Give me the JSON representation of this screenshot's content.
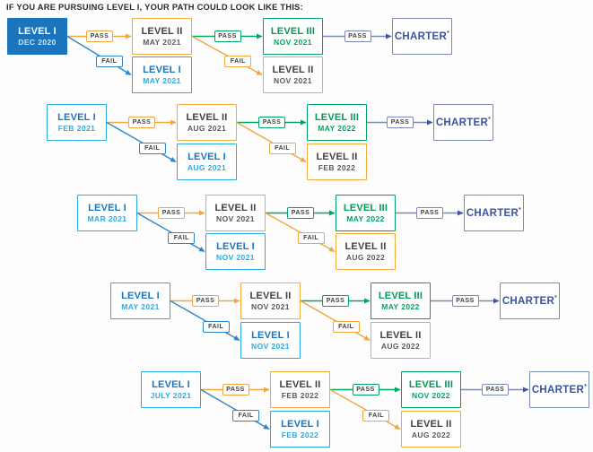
{
  "title": "IF YOU ARE PURSUING LEVEL I, YOUR PATH COULD LOOK LIKE THIS:",
  "labels": {
    "pass": "PASS",
    "fail": "FAIL",
    "asterisk": "*"
  },
  "colors": {
    "background": "#fdfdfd",
    "title_text": "#2b2a29",
    "level1_fill": "#1b75bc",
    "level1_fill_date": "#cbe6f8",
    "level1_border": "#29abe2",
    "level1_title": "#1b75bc",
    "level1_date": "#29abe2",
    "level2_border": "#f5a83c",
    "level2_title": "#414042",
    "level2_date": "#58595b",
    "level3_border": "#00a560",
    "level3_title": "#009956",
    "level3_date": "#00a560",
    "charter_border": "#7c89b4",
    "charter_text": "#3a53a4",
    "arrow_orange": "#f3a63d",
    "arrow_blue": "#2e86c8",
    "arrow_green": "#00a560",
    "arrow_slate": "#7c89b4",
    "arrow_slate_head": "#3e55a6",
    "tag_text": "#414042"
  },
  "rows": [
    {
      "filled_start": true,
      "start": {
        "level": "LEVEL I",
        "date": "DEC 2020"
      },
      "level2": {
        "level": "LEVEL II",
        "date": "MAY 2021"
      },
      "retake1": {
        "level": "LEVEL I",
        "date": "MAY 2021"
      },
      "level3": {
        "level": "LEVEL III",
        "date": "NOV 2021"
      },
      "retake2": {
        "level": "LEVEL II",
        "date": "NOV 2021"
      },
      "charter": "CHARTER"
    },
    {
      "filled_start": false,
      "start": {
        "level": "LEVEL I",
        "date": "FEB 2021"
      },
      "level2": {
        "level": "LEVEL II",
        "date": "AUG 2021"
      },
      "retake1": {
        "level": "LEVEL I",
        "date": "AUG 2021"
      },
      "level3": {
        "level": "LEVEL III",
        "date": "MAY 2022"
      },
      "retake2": {
        "level": "LEVEL II",
        "date": "FEB 2022"
      },
      "charter": "CHARTER"
    },
    {
      "filled_start": false,
      "start": {
        "level": "LEVEL I",
        "date": "MAR 2021"
      },
      "level2": {
        "level": "LEVEL II",
        "date": "NOV 2021"
      },
      "retake1": {
        "level": "LEVEL I",
        "date": "NOV 2021"
      },
      "level3": {
        "level": "LEVEL III",
        "date": "MAY 2022"
      },
      "retake2": {
        "level": "LEVEL II",
        "date": "AUG 2022"
      },
      "charter": "CHARTER"
    },
    {
      "filled_start": false,
      "start": {
        "level": "LEVEL I",
        "date": "MAY 2021"
      },
      "level2": {
        "level": "LEVEL II",
        "date": "NOV 2021"
      },
      "retake1": {
        "level": "LEVEL I",
        "date": "NOV 2021"
      },
      "level3": {
        "level": "LEVEL III",
        "date": "MAY 2022"
      },
      "retake2": {
        "level": "LEVEL II",
        "date": "AUG 2022"
      },
      "charter": "CHARTER"
    },
    {
      "filled_start": false,
      "start": {
        "level": "LEVEL I",
        "date": "JULY 2021"
      },
      "level2": {
        "level": "LEVEL II",
        "date": "FEB 2022"
      },
      "retake1": {
        "level": "LEVEL I",
        "date": "FEB 2022"
      },
      "level3": {
        "level": "LEVEL III",
        "date": "NOV 2022"
      },
      "retake2": {
        "level": "LEVEL II",
        "date": "AUG 2022"
      },
      "charter": "CHARTER"
    }
  ]
}
